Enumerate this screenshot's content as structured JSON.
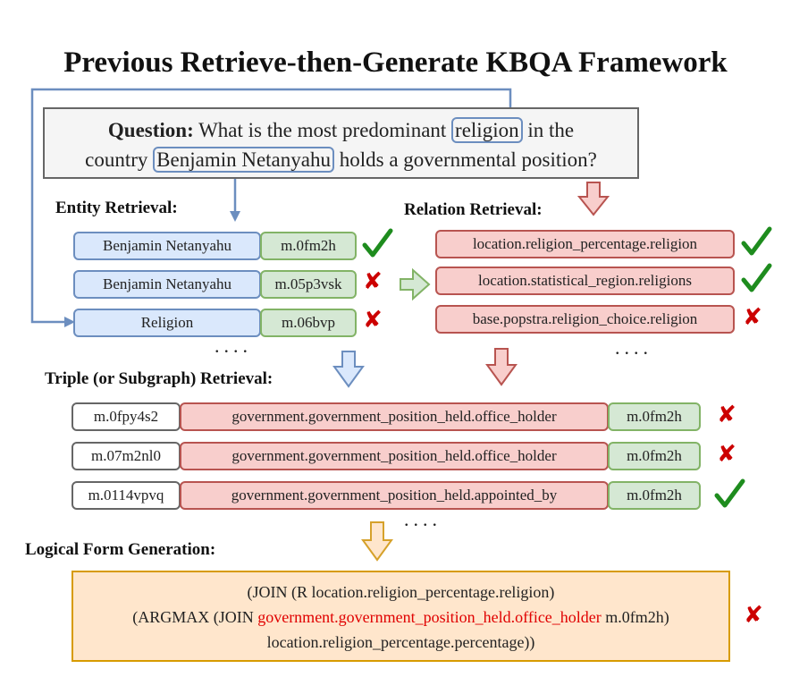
{
  "title": "Previous Retrieve-then-Generate KBQA Framework",
  "question": {
    "label": "Question:",
    "part1": " What is the most predominant",
    "highlight1": "religion",
    "part2": "in the",
    "part3": "country",
    "highlight2": "Benjamin Netanyahu",
    "part4": "holds a governmental position?"
  },
  "entity_retrieval": {
    "heading": "Entity Retrieval:",
    "items": [
      {
        "name": "Benjamin Netanyahu",
        "id": "m.0fm2h",
        "correct": true
      },
      {
        "name": "Benjamin Netanyahu",
        "id": "m.05p3vsk",
        "correct": false
      },
      {
        "name": "Religion",
        "id": "m.06bvp",
        "correct": false
      }
    ],
    "more": "...."
  },
  "relation_retrieval": {
    "heading": "Relation Retrieval:",
    "items": [
      {
        "name": "location.religion_percentage.religion",
        "correct": true
      },
      {
        "name": "location.statistical_region.religions",
        "correct": true
      },
      {
        "name": "base.popstra.religion_choice.religion",
        "correct": false
      }
    ],
    "more": "...."
  },
  "triple_retrieval": {
    "heading": "Triple (or Subgraph) Retrieval:",
    "items": [
      {
        "head": "m.0fpy4s2",
        "relation": "government.government_position_held.office_holder",
        "tail": "m.0fm2h",
        "correct": false
      },
      {
        "head": "m.07m2nl0",
        "relation": "government.government_position_held.office_holder",
        "tail": "m.0fm2h",
        "correct": false
      },
      {
        "head": "m.0114vpvq",
        "relation": "government.government_position_held.appointed_by",
        "tail": "m.0fm2h",
        "correct": true
      }
    ],
    "more": "...."
  },
  "logical_form": {
    "heading": "Logical Form Generation:",
    "line1": "(JOIN (R location.religion_percentage.religion)",
    "line2_pre": "(ARGMAX (JOIN",
    "line2_highlight": "government.government_position_held.office_holder",
    "line2_post": "m.0fm2h)",
    "line3": "location.religion_percentage.percentage))",
    "correct": false
  },
  "marks": {
    "check": "✓",
    "cross": "✘"
  },
  "colors": {
    "blue_fill": "#dae8fc",
    "blue_border": "#6c8ebf",
    "green_fill": "#d5e8d4",
    "green_border": "#82b366",
    "red_fill": "#f8cecc",
    "red_border": "#b85450",
    "orange_fill": "#ffe6cc",
    "orange_border": "#d79b00",
    "check": "#1e8c1e",
    "cross": "#cc0000",
    "highlight_text": "#e00000"
  }
}
